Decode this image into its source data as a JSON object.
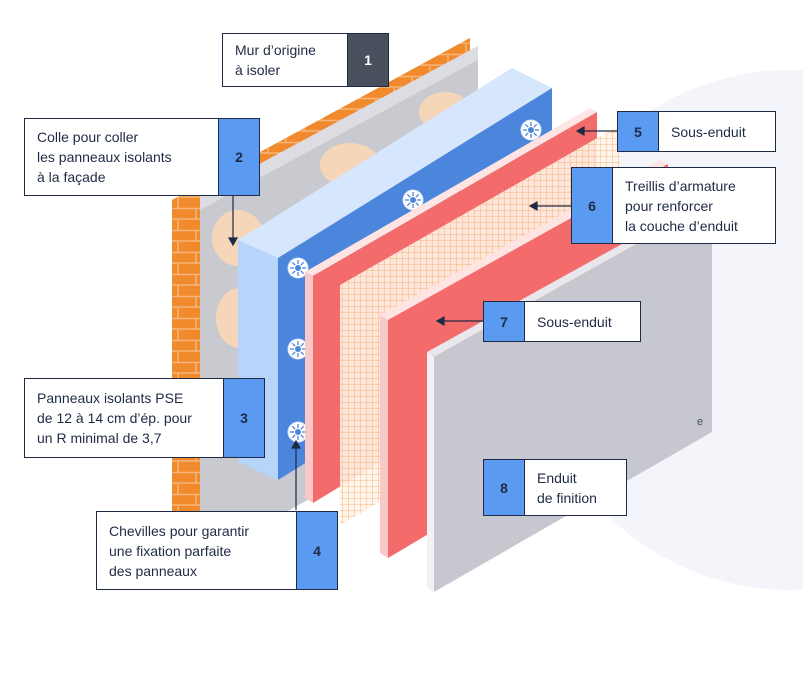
{
  "colors": {
    "brick": "#f08a2c",
    "mortar": "#f7c59a",
    "glue": "#f6d6b8",
    "wall_grey": "#c9c9d0",
    "insulation_front": "#4c86dc",
    "insulation_side": "#b7d4fb",
    "render_red": "#f36b6b",
    "render_pink": "#f9c9c9",
    "mesh": "#f6c28b",
    "finish_grey": "#c7c8cf",
    "badge_dark": "#4a4f5e",
    "badge_blue": "#5a9af0",
    "line": "#1f2a44"
  },
  "watermark": "e",
  "callouts": [
    {
      "id": "c1",
      "number": "1",
      "lines": [
        "Mur d’origine",
        "à isoler"
      ],
      "badge": "dark",
      "icon": "pointer-arrow-icon"
    },
    {
      "id": "c2",
      "number": "2",
      "lines": [
        "Colle pour coller",
        "les panneaux isolants",
        "à la façade"
      ],
      "badge": "blue",
      "icon": "pointer-arrow-icon"
    },
    {
      "id": "c3",
      "number": "3",
      "lines": [
        "Panneaux isolants PSE",
        "de 12 à 14 cm d’ép. pour",
        "un R minimal de 3,7"
      ],
      "badge": "blue",
      "icon": "pointer-arrow-icon"
    },
    {
      "id": "c4",
      "number": "4",
      "lines": [
        "Chevilles pour garantir",
        "une fixation parfaite",
        "des panneaux"
      ],
      "badge": "blue",
      "icon": "pointer-arrow-icon"
    },
    {
      "id": "c5",
      "number": "5",
      "lines": [
        "Sous-enduit"
      ],
      "badge": "blue",
      "icon": "pointer-arrow-icon"
    },
    {
      "id": "c6",
      "number": "6",
      "lines": [
        "Treillis d’armature",
        "pour renforcer",
        "la couche d’enduit"
      ],
      "badge": "blue",
      "icon": "pointer-arrow-icon"
    },
    {
      "id": "c7",
      "number": "7",
      "lines": [
        "Sous-enduit"
      ],
      "badge": "blue",
      "icon": "pointer-arrow-icon"
    },
    {
      "id": "c8",
      "number": "8",
      "lines": [
        "Enduit",
        "de finition"
      ],
      "badge": "blue",
      "icon": "pointer-arrow-icon"
    }
  ]
}
